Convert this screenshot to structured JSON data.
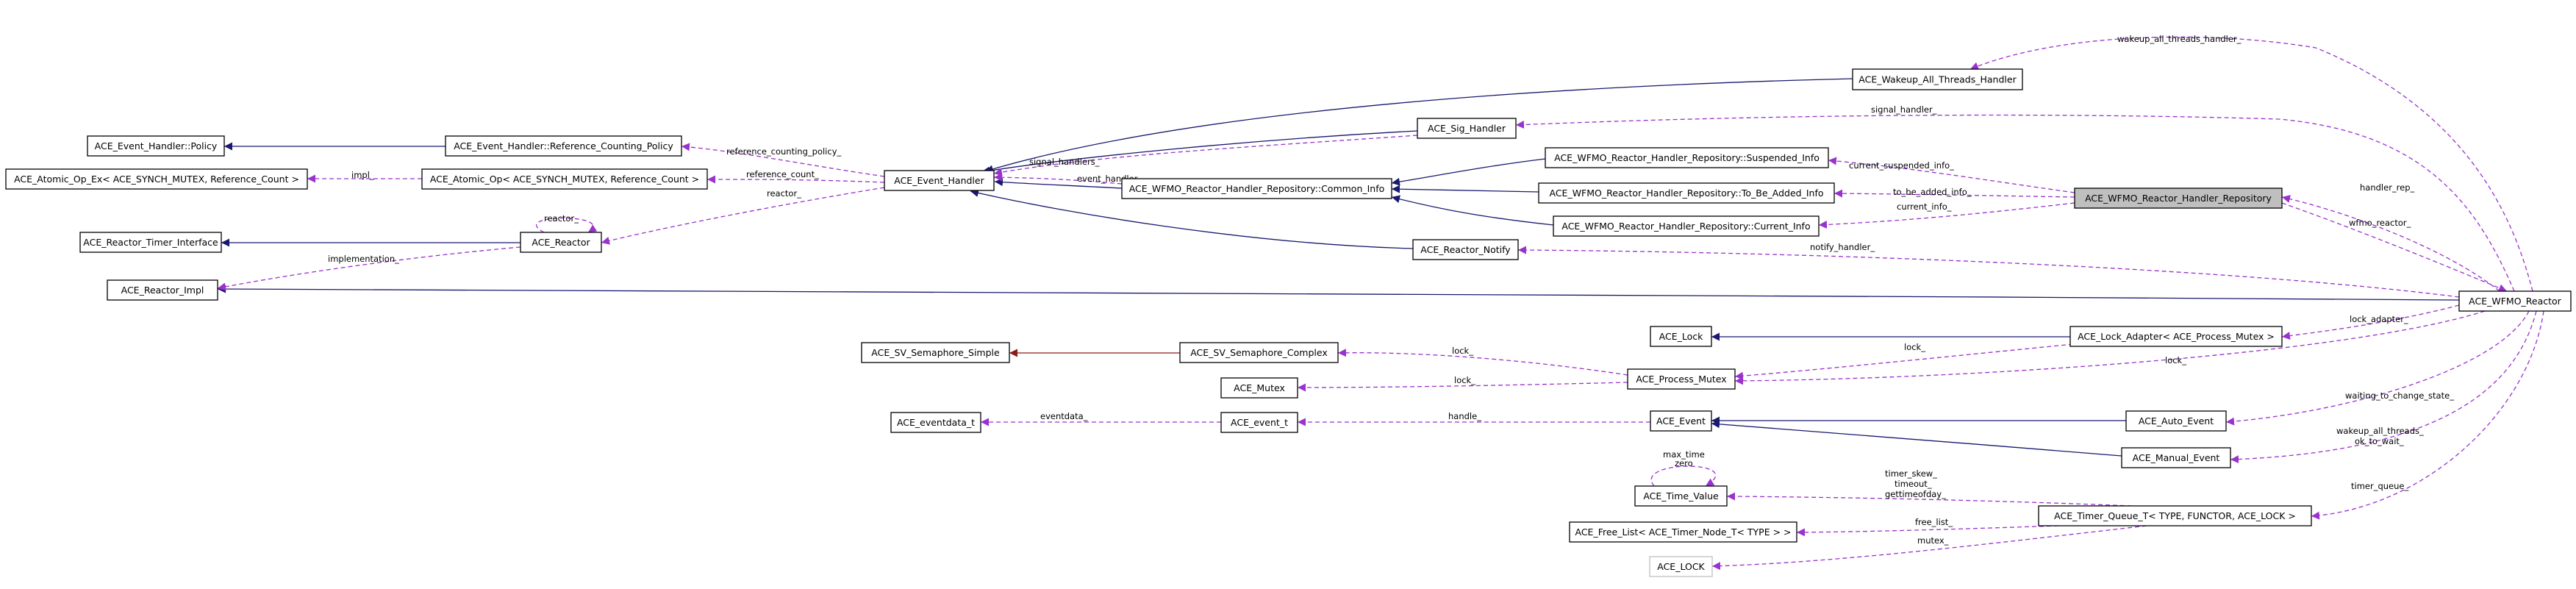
{
  "colors": {
    "inherit": "#191970",
    "usage": "#9a32cd",
    "private_inherit": "#8b1a1a",
    "highlight_fill": "#bfbfbf"
  },
  "nodes": {
    "wakeup": "ACE_Wakeup_All_Threads_Handler",
    "sig": "ACE_Sig_Handler",
    "suspended": "ACE_WFMO_Reactor_Handler_Repository::Suspended_Info",
    "common": "ACE_WFMO_Reactor_Handler_Repository::Common_Info",
    "tobeadded": "ACE_WFMO_Reactor_Handler_Repository::To_Be_Added_Info",
    "current": "ACE_WFMO_Reactor_Handler_Repository::Current_Info",
    "repo": "ACE_WFMO_Reactor_Handler_Repository",
    "notify": "ACE_Reactor_Notify",
    "eh_policy": "ACE_Event_Handler::Policy",
    "refcount_policy": "ACE_Event_Handler::Reference_Counting_Policy",
    "atomic_ex": "ACE_Atomic_Op_Ex< ACE_SYNCH_MUTEX, Reference_Count >",
    "atomic": "ACE_Atomic_Op< ACE_SYNCH_MUTEX, Reference_Count >",
    "event_handler": "ACE_Event_Handler",
    "timer_iface": "ACE_Reactor_Timer_Interface",
    "reactor": "ACE_Reactor",
    "impl": "ACE_Reactor_Impl",
    "wfmo": "ACE_WFMO_Reactor",
    "sem_simple": "ACE_SV_Semaphore_Simple",
    "sem_complex": "ACE_SV_Semaphore_Complex",
    "mutex": "ACE_Mutex",
    "lock": "ACE_Lock",
    "process_mutex": "ACE_Process_Mutex",
    "lock_adapter": "ACE_Lock_Adapter< ACE_Process_Mutex >",
    "eventdata": "ACE_eventdata_t",
    "event_t": "ACE_event_t",
    "event": "ACE_Event",
    "auto_event": "ACE_Auto_Event",
    "manual_event": "ACE_Manual_Event",
    "time_value": "ACE_Time_Value",
    "free_list": "ACE_Free_List< ACE_Timer_Node_T< TYPE > >",
    "timer_queue": "ACE_Timer_Queue_T< TYPE, FUNCTOR, ACE_LOCK >",
    "ace_lock": "ACE_LOCK"
  },
  "labels": {
    "wakeup_all_threads_handler": "wakeup_all_threads_handler_",
    "signal_handler": "signal_handler_",
    "signal_handlers": "signal_handlers_",
    "event_handler": "event_handler_",
    "current_suspended_info": "current_suspended_info_",
    "to_be_added_info": "to_be_added_info_",
    "current_info": "current_info_",
    "handler_rep": "handler_rep_",
    "wfmo_reactor": "wfmo_reactor_",
    "notify_handler": "notify_handler_",
    "reference_counting_policy": "reference_counting_policy_",
    "impl": "impl_",
    "reference_count": "reference_count_",
    "reactor_self": "reactor_",
    "reactor": "reactor_",
    "implementation": "implementation_",
    "lock_adapter": "lock_adapter_",
    "lock_1": "lock_",
    "lock_2": "lock_",
    "lock_3": "lock_",
    "lock_4": "lock_",
    "handle": "handle_",
    "eventdata": "eventdata_",
    "waiting_to_change_state": "waiting_to_change_state_",
    "wakeup_all_threads": "wakeup_all_threads_",
    "ok_to_wait": "ok_to_wait_",
    "max_time": "max_time",
    "zero": "zero",
    "timer_skew": "timer_skew_",
    "timeout": "timeout_",
    "gettimeofday": "gettimeofday_",
    "timer_queue": "timer_queue_",
    "free_list": "free_list_",
    "mutex": "mutex_"
  }
}
